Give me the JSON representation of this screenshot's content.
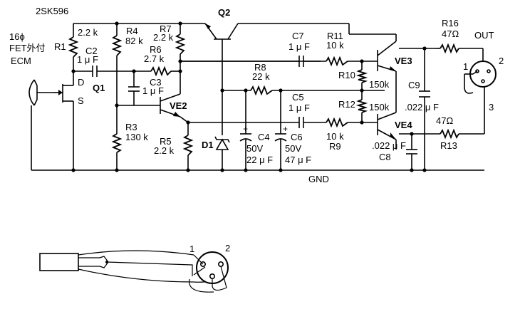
{
  "header": {
    "jfet_type": "2SK596"
  },
  "mic": {
    "line1": "16ϕ",
    "line2": "FET外付",
    "line3": "ECM"
  },
  "labels": {
    "Q1": "Q1",
    "Q2": "Q2",
    "VE2": "VE2",
    "VE3": "VE3",
    "VE4": "VE4",
    "D1": "D1",
    "D": "D",
    "S": "S",
    "GND": "GND",
    "OUT": "OUT",
    "pin1": "1",
    "pin2": "2",
    "pin3": "3",
    "cable_pin1": "1",
    "cable_pin2": "2"
  },
  "resistors": {
    "R1": {
      "name": "R1",
      "value": "2.2 k"
    },
    "R3": {
      "name": "R3",
      "value": "130 k"
    },
    "R4": {
      "name": "R4",
      "value": "82 k"
    },
    "R5": {
      "name": "R5",
      "value": "2.2 k"
    },
    "R6": {
      "name": "R6",
      "value": "2.7 k"
    },
    "R7": {
      "name": "R7",
      "value": "2.2 k"
    },
    "R8": {
      "name": "R8",
      "value": "22 k"
    },
    "R9": {
      "name": "R9",
      "value": "10 k"
    },
    "R10": {
      "name": "R10",
      "value": "150k"
    },
    "R11": {
      "name": "R11",
      "value": "10 k"
    },
    "R12": {
      "name": "R12",
      "value": "150k"
    },
    "R13": {
      "name": "R13",
      "value": "47Ω"
    },
    "R16": {
      "name": "R16",
      "value": "47Ω"
    }
  },
  "capacitors": {
    "C2": {
      "name": "C2",
      "value": "1 μ F"
    },
    "C3": {
      "name": "C3",
      "value": "1 μ F"
    },
    "C4": {
      "name": "C4",
      "value1": "50V",
      "value2": "22 μ F"
    },
    "C5": {
      "name": "C5",
      "value": "1 μ F"
    },
    "C6": {
      "name": "C6",
      "value1": "50V",
      "value2": "47 μ F"
    },
    "C7": {
      "name": "C7",
      "value": "1 μ F"
    },
    "C8": {
      "name": "C8",
      "value": ".022 μ F"
    },
    "C9": {
      "name": "C9",
      "value": ".022 μ F"
    }
  }
}
